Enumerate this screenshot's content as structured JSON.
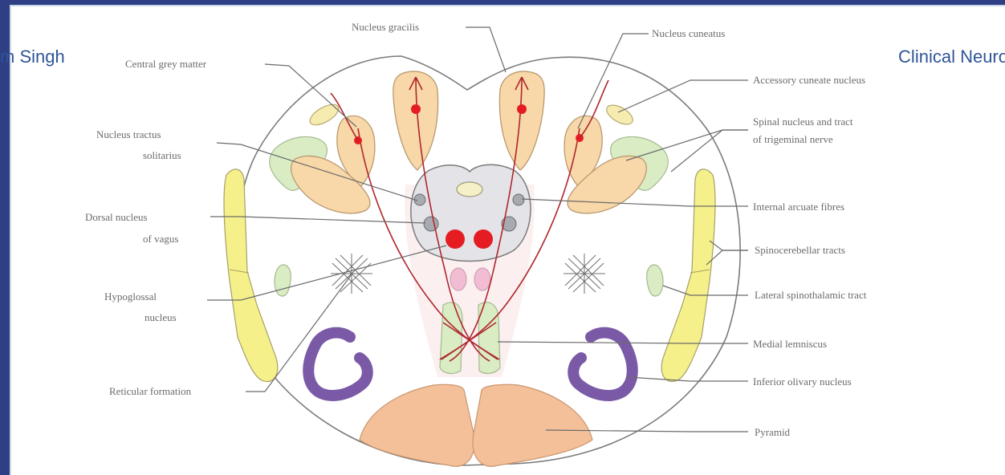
{
  "header": {
    "left_text": "m Singh",
    "right_text": "Clinical Neuro"
  },
  "labels": {
    "nucleus_gracilis": "Nucleus gracilis",
    "nucleus_cuneatus": "Nucleus cuneatus",
    "central_grey_matter": "Central grey matter",
    "accessory_cuneate_nucleus": "Accessory cuneate nucleus",
    "nucleus_tractus_1": "Nucleus tractus",
    "nucleus_tractus_2": "solitarius",
    "spinal_nucleus_1": "Spinal nucleus and tract",
    "spinal_nucleus_2": "of trigeminal nerve",
    "internal_arcuate_fibres": "Internal arcuate fibres",
    "dorsal_nucleus_1": "Dorsal nucleus",
    "dorsal_nucleus_2": "of vagus",
    "spinocerebellar_tracts": "Spinocerebellar tracts",
    "hypoglossal_1": "Hypoglossal",
    "hypoglossal_2": "nucleus",
    "lateral_spinothalamic_tract": "Lateral spinothalamic tract",
    "medial_lemniscus": "Medial lemniscus",
    "reticular_formation": "Reticular formation",
    "inferior_olivary_nucleus": "Inferior olivary nucleus",
    "pyramid": "Pyramid"
  },
  "colors": {
    "frame": "#2e3f86",
    "header_text": "#2f5597",
    "orange_nucleus": "#f8d7a8",
    "green_nucleus": "#d9ecc4",
    "yellow_tract": "#f6f08a",
    "purple_olive": "#7a5aa6",
    "pyramid": "#f3c09a",
    "red_fibre": "#b0262c",
    "grey_matter": "#e4e4e8"
  }
}
